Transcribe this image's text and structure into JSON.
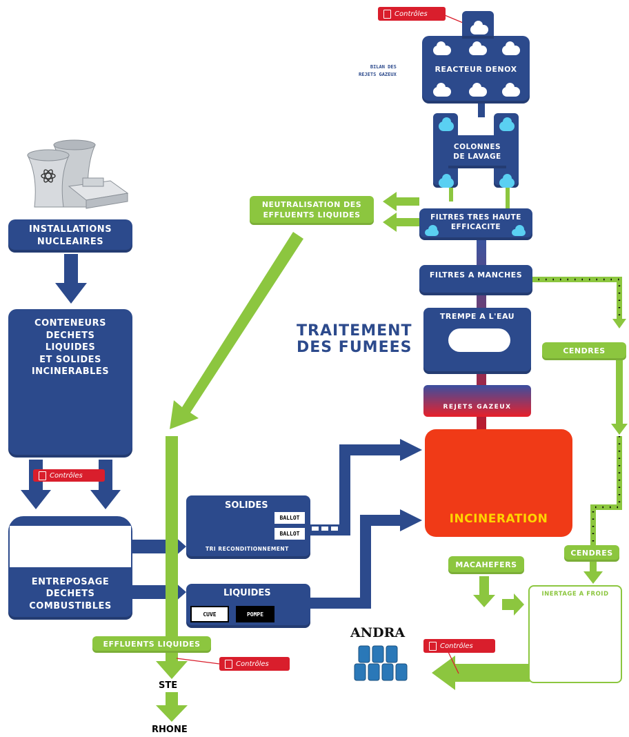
{
  "installations": "INSTALLATIONS\nNUCLEAIRES",
  "conteneurs": "CONTENEURS\nDECHETS\nLIQUIDES\nET SOLIDES\nINCINERABLES",
  "controles": "Contrôles",
  "entreposage": "ENTREPOSAGE\nDECHETS\nCOMBUSTIBLES",
  "effluents_liquides": "EFFLUENTS LIQUIDES",
  "ste": "STE",
  "rhone": "RHONE",
  "neutralisation": "NEUTRALISATION DES\nEFFLUENTS LIQUIDES",
  "solides": {
    "title": "SOLIDES",
    "ballot": "BALLOT",
    "caption": "TRI RECONDITIONNEMENT"
  },
  "liquides": {
    "title": "LIQUIDES",
    "cuve": "CUVE",
    "pompe": "POMPE"
  },
  "reacteur": "REACTEUR DENOX",
  "bilan": "BILAN DES\nREJETS GAZEUX",
  "colonnes": "COLONNES\nDE LAVAGE",
  "filtres_thaute": "FILTRES TRES HAUTE\nEFFICACITE",
  "filtres_manches": "FILTRES A MANCHES",
  "traitement": "TRAITEMENT\nDES FUMEES",
  "trempe": "TREMPE A L'EAU",
  "rejets": "REJETS GAZEUX",
  "incineration": "INCINERATION",
  "cendres": "CENDRES",
  "macahefers": "MACAHEFERS",
  "inertage": "INERTAGE A FROID",
  "andra": "ANDRA",
  "colors": {
    "navy": "#2c4a8c",
    "green": "#8cc63f",
    "red": "#d91e2c",
    "fire": "#f03a17"
  }
}
